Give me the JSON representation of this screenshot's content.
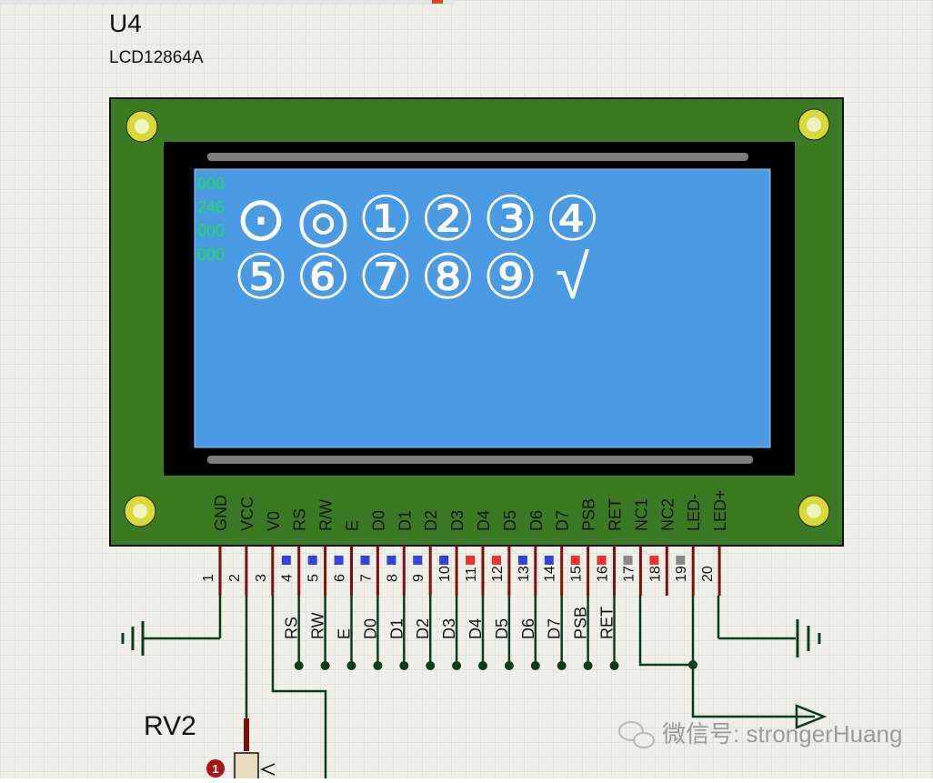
{
  "component": {
    "ref": "U4",
    "part": "LCD12864A",
    "board_color": "#3a7a22",
    "screen_color": "#4a9be3"
  },
  "pin_labels": [
    "GND",
    "VCC",
    "V0",
    "RS",
    "R/W",
    "E",
    "D0",
    "D1",
    "D2",
    "D3",
    "D4",
    "D5",
    "D6",
    "D7",
    "PSB",
    "RET",
    "NC1",
    "NC2",
    "LED-",
    "LED+"
  ],
  "pin_numbers": [
    "1",
    "2",
    "3",
    "4",
    "5",
    "6",
    "7",
    "8",
    "9",
    "10",
    "11",
    "12",
    "13",
    "14",
    "15",
    "16",
    "17",
    "18",
    "19",
    "20"
  ],
  "pin_states": [
    "none",
    "none",
    "blue",
    "blue",
    "blue",
    "blue",
    "blue",
    "blue",
    "blue",
    "red",
    "red",
    "blue",
    "blue",
    "red",
    "red",
    "gray",
    "red",
    "gray",
    "none",
    "none"
  ],
  "net_labels": [
    "RS",
    "RW",
    "E",
    "D0",
    "D1",
    "D2",
    "D3",
    "D4",
    "D5",
    "D6",
    "D7",
    "PSB",
    "RET"
  ],
  "status_readout": [
    "000",
    "246",
    "000",
    "000"
  ],
  "lcd_glyphs_row1": [
    "⊙",
    "◎",
    "①",
    "②",
    "③",
    "④"
  ],
  "lcd_glyphs_row2": [
    "⑤",
    "⑥",
    "⑦",
    "⑧",
    "⑨",
    "√"
  ],
  "potentiometer": {
    "ref": "RV2",
    "marker": "1"
  },
  "watermark": "微信号: strongerHuang",
  "colors": {
    "wire": "#7a1010",
    "junction": "#0b3d1a",
    "ground": "#0b3d1a",
    "pin_blue": "#3344dd",
    "pin_red": "#ee3333",
    "pin_gray": "#888888",
    "readout": "#22dd55"
  }
}
